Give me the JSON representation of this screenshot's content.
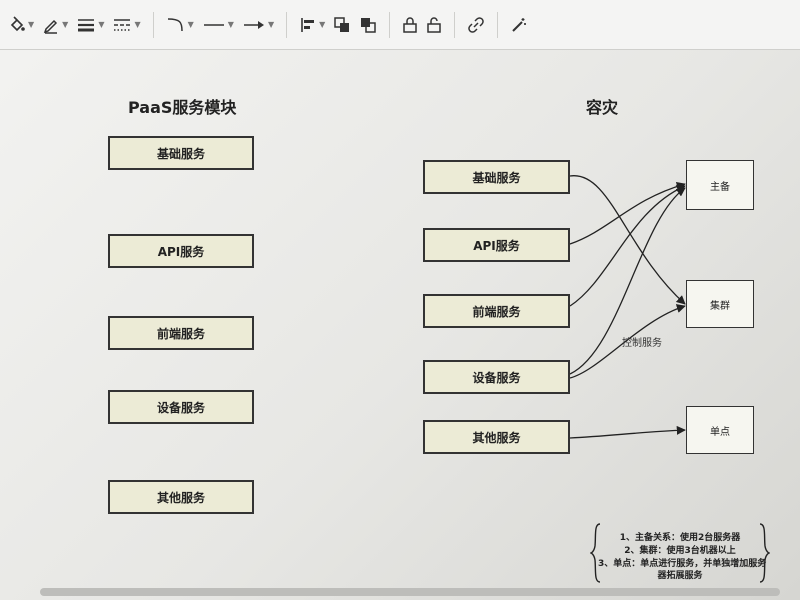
{
  "toolbar": {
    "icons": [
      "fill-icon",
      "pen-icon",
      "line-weight-icon",
      "dash-style-icon",
      "connector-curve-icon",
      "line-style-icon",
      "arrow-style-icon",
      "align-icon",
      "bring-forward-icon",
      "send-backward-icon",
      "lock-icon",
      "unlock-icon",
      "link-icon",
      "magic-wand-icon"
    ]
  },
  "left": {
    "title": "PaaS服务模块",
    "boxes": [
      "基础服务",
      "API服务",
      "前端服务",
      "设备服务",
      "其他服务"
    ]
  },
  "right": {
    "title": "容灾",
    "sources": [
      "基础服务",
      "API服务",
      "前端服务",
      "设备服务",
      "其他服务"
    ],
    "targets": [
      "主备",
      "集群",
      "单点"
    ],
    "edge_label": "控制服务"
  },
  "notes": {
    "lines": [
      "1、主备关系：使用2台服务器",
      "2、集群：使用3台机器以上",
      "3、单点：单点进行服务，并单独增加服务",
      "器拓展服务"
    ]
  },
  "colors": {
    "box_fill": "#ecebd6",
    "border": "#333333"
  }
}
